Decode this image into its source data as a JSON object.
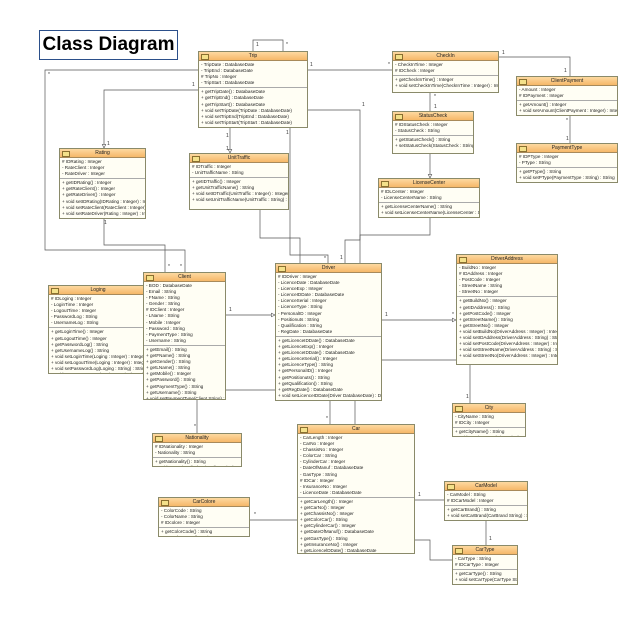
{
  "title": "Class Diagram",
  "classes": [
    {
      "id": "trip",
      "name": "Trip",
      "attrs": [
        "- TripDate : DatabaseDate",
        "- TripEnd : DatabaseDate",
        "# TripNo : Integer",
        "- TripStart : DatabaseDate"
      ],
      "methods": [
        "+ getTripDate() : DatabaseDate",
        "+ getTripEnd() : DatabaseDate",
        "+ getTripStart() : DatabaseDate",
        "+ void setTripDate(TripDate : DatabaseDate)",
        "+ void setTripEnd(TripEnd : DatabaseDate)",
        "+ void setTripStart(TripStart : DatabaseDate)"
      ]
    },
    {
      "id": "checkin",
      "name": "CheckIn",
      "attrs": [
        "- CheckInTime : Integer",
        "# IDCheck : Integer"
      ],
      "methods": [
        "+ getCheckInTime() : Integer",
        "+ void setCheckInTime(CheckInTime : Integer) : Integer"
      ]
    },
    {
      "id": "clientpayment",
      "name": "ClientPayment",
      "attrs": [
        "- Amount : Integer",
        "# IDPayment : Integer"
      ],
      "methods": [
        "+ getAmount() : Integer",
        "+ void setAmount(ClientPayment : Integer) : Integer"
      ]
    },
    {
      "id": "statuscheck",
      "name": "StatusCheck",
      "attrs": [
        "# IDStatusCheck : Integer",
        "- StatusCheck : String"
      ],
      "methods": [
        "+ getStatusCheck() : String",
        "+ setStatusCheck(StatusCheck : String) : String"
      ]
    },
    {
      "id": "paymenttype",
      "name": "PaymentType",
      "attrs": [
        "# IDPType : Integer",
        "- PType : String"
      ],
      "methods": [
        "+ getPType() : String",
        "+ void setPType(PaymentType : String) : String"
      ]
    },
    {
      "id": "rating",
      "name": "Rating",
      "attrs": [
        "# IDRating : Integer",
        "- RateClient : Integer",
        "- RateDriver : Integer"
      ],
      "methods": [
        "+ getIDRating() : Integer",
        "+ getRateClient() : Integer",
        "+ getRateDriver() : Integer",
        "+ void setIDRating(IDRating : Integer) : Integer",
        "+ void setRateClient(RateClient : Integer) : Integer",
        "+ void setRateDriver(Rating : Integer) : Integer"
      ]
    },
    {
      "id": "unittraffic",
      "name": "UnitTraffic",
      "attrs": [
        "# IDTraffic : Integer",
        "- UnitTrafficName : String"
      ],
      "methods": [
        "+ getIDTraffic() : Integer",
        "+ getUnitTrafficName() : String",
        "+ void setIDTraffic(UnitTraffic : Integer) : Integer",
        "+ void setUnitTrafficName(UnitTraffic : String) : String"
      ]
    },
    {
      "id": "licensecenter",
      "name": "LicenseCenter",
      "attrs": [
        "# IDLCenter : Integer",
        "- LicenseCenterName : String"
      ],
      "methods": [
        "+ getLicenseCenterName() : String",
        "+ void setLicenseCenterName(LicenseCenter : String) : String"
      ]
    },
    {
      "id": "driveraddress",
      "name": "DriverAddress",
      "attrs": [
        "- BuildNo : Integer",
        "# IDAddress : Integer",
        "- PostCode : Integer",
        "- StreetName : String",
        "- StreetNo : Integer"
      ],
      "methods": [
        "+ getBuildNo() : Integer",
        "+ getIDAddress() : String",
        "+ getPostCode() : Integer",
        "+ getStreetName() : String",
        "+ getStreetNo() : Integer",
        "+ void setBuildNo(DriverAddress : Integer) : Integer",
        "+ void setIDAddress(DriverAddress : String) : String",
        "+ void setPostCode(DriverAddress : Integer) : Integer",
        "+ void setStreetName(DriverAddress : String) : String",
        "+ void setStreetNo(DriverAddress : Integer) : Integer"
      ]
    },
    {
      "id": "loging",
      "name": "Loging",
      "attrs": [
        "# IDLoging : Integer",
        "- LoginTime : Integer",
        "- LogoutTime : Integer",
        "- PasswordLog : String",
        "- UsernameLog : String"
      ],
      "methods": [
        "+ getLoginTime() : Integer",
        "+ getLogoutTime() : Integer",
        "+ getPasswordLog() : String",
        "+ getUsernameLog() : String",
        "+ void setLoginTime(Loging : Integer) : Integer",
        "+ void setLogoutTime(Loging : Integer) : Integer",
        "+ void setPasswordLog(Loging : String) : String",
        "+ void setUsernameLog(Loging : String) : String"
      ]
    },
    {
      "id": "client",
      "name": "Client",
      "attrs": [
        "- BOD : DatabaseDate",
        "- Email : String",
        "- FName : String",
        "- Gender : String",
        "# IDClient : Integer",
        "- LName : String",
        "- Mobile : Integer",
        "- Password : String",
        "- PaymentType : String",
        "- Username : String"
      ],
      "methods": [
        "+ getEmail() : String",
        "+ getFName() : String",
        "+ getGender() : String",
        "+ getLName() : String",
        "+ getMobile() : Integer",
        "+ getPassword() : String",
        "+ getPaymentType() : String",
        "+ getUsername() : String",
        "+ void setPaymentType(Client String) : String",
        "+ void setEmail(Client String) : String"
      ]
    },
    {
      "id": "driver",
      "name": "Driver",
      "attrs": [
        "# IDDriver : Integer",
        "- LicenceDate : DatabaseDate",
        "- LicenceExp : Integer",
        "- LicenceIDDate : DatabaseDate",
        "- LicenceSerial : Integer",
        "- LicenceType : String",
        "- PersonalID : Integer",
        "- Positionuts : String",
        "- Qualification : String",
        "- RegDate : DatabaseDate"
      ],
      "methods": [
        "+ getLicenceIDDate() : DatabaseDate",
        "+ getLicenceExp() : Integer",
        "+ getLicenceIDDate() : DatabaseDate",
        "+ getLicenceSerial() : Integer",
        "+ getLicenceType() : String",
        "+ getPersonalID() : Integer",
        "+ getPositionuts() : String",
        "+ getQualification() : String",
        "+ getRegDate() : DatabaseDate",
        "+ void setLicenceIDDate(Driver DatabaseDate) : DatabaseDate"
      ]
    },
    {
      "id": "city",
      "name": "City",
      "attrs": [
        "- CityName : String",
        "# IDCity : Integer"
      ],
      "methods": [
        "+ getCityName() : String",
        "+ void setCityName(City String) : String"
      ]
    },
    {
      "id": "nationality",
      "name": "Nationality",
      "attrs": [
        "# IDNationality : Integer",
        "- Nationality : String"
      ],
      "methods": [
        "+ getNationality() : String",
        "+ void setNationality(Nationality String) : String"
      ]
    },
    {
      "id": "car",
      "name": "Car",
      "attrs": [
        "- CarLength : Integer",
        "- CarNo : Integer",
        "- ChassisNo : Integer",
        "- ColorCar : String",
        "- CylinderCar : Integer",
        "- DateOfManuf : DatabaseDate",
        "- GasType : String",
        "# IDCar : Integer",
        "- InsuranceNo : Integer",
        "- LicenceDate : DatabaseDate"
      ],
      "methods": [
        "+ getCarLength() : Integer",
        "+ getCarNo() : Integer",
        "+ getChassisNo() : Integer",
        "+ getColorCar() : String",
        "+ getCylinderCar() : Integer",
        "+ getDateOfManuf() : DatabaseDate",
        "+ getGasType() : String",
        "+ getInsuranceNo() : Integer",
        "+ getLicencelDDate() : DatabaseDate",
        "+ getLicencelDDate() : DatabaseDate"
      ]
    },
    {
      "id": "carmodel",
      "name": "CarModel",
      "attrs": [
        "- CarModel : String",
        "# IDCarModel : Integer"
      ],
      "methods": [
        "+ getCarBrand() : String",
        "+ void setCarBrand(CarBrand String) : String"
      ]
    },
    {
      "id": "carcolore",
      "name": "CarColore",
      "attrs": [
        "- ColorCode : String",
        "- ColorName : String",
        "# IDcolore : Integer"
      ],
      "methods": [
        "+ getColorCode() : String",
        "+ getColorName() : String",
        "+ void setColorCode(CarColore String) : String",
        "+ void setColorName(CarColore String) : String"
      ]
    },
    {
      "id": "cartype",
      "name": "CarType",
      "attrs": [
        "- CarType : String",
        "# IDCarType : Integer"
      ],
      "methods": [
        "+ getCarType() : String",
        "+ void setCarType(CarType String) : String"
      ]
    }
  ],
  "multiplicities": [
    "1",
    "*",
    "1",
    "*",
    "1",
    "1",
    "*",
    "1",
    "*",
    "1",
    "1",
    "1",
    "1",
    "1",
    "*",
    "*",
    "1",
    "*",
    "1",
    "1",
    "1",
    "*",
    "1",
    "1",
    "1",
    "*",
    "1",
    "*",
    "*",
    "1",
    "*",
    "1"
  ]
}
